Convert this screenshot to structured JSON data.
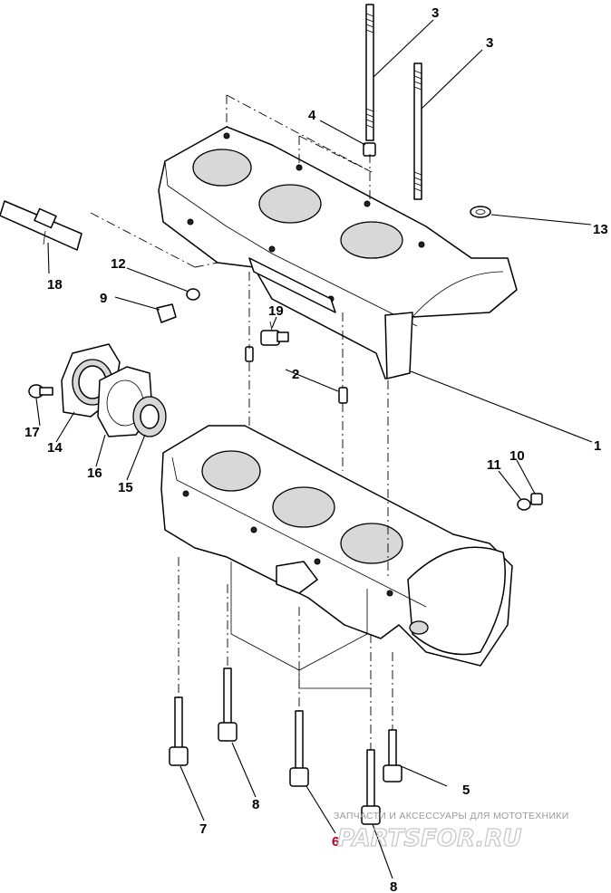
{
  "callouts": {
    "c1": "1",
    "c2": "2",
    "c3a": "3",
    "c3b": "3",
    "c4": "4",
    "c5": "5",
    "c6": "6",
    "c7": "7",
    "c8a": "8",
    "c8b": "8",
    "c9": "9",
    "c10": "10",
    "c11": "11",
    "c12": "12",
    "c13": "13",
    "c14": "14",
    "c15": "15",
    "c16": "16",
    "c17": "17",
    "c18": "18",
    "c19": "19"
  },
  "watermark": {
    "caption": "ЗАПЧАСТИ И АКСЕССУАРЫ ДЛЯ МОТОТЕХНИКИ",
    "logo": "PARTSFOR.RU"
  },
  "colors": {
    "line": "#000000",
    "callout_6": "#b0001e",
    "watermark": "#9a9a9a"
  }
}
